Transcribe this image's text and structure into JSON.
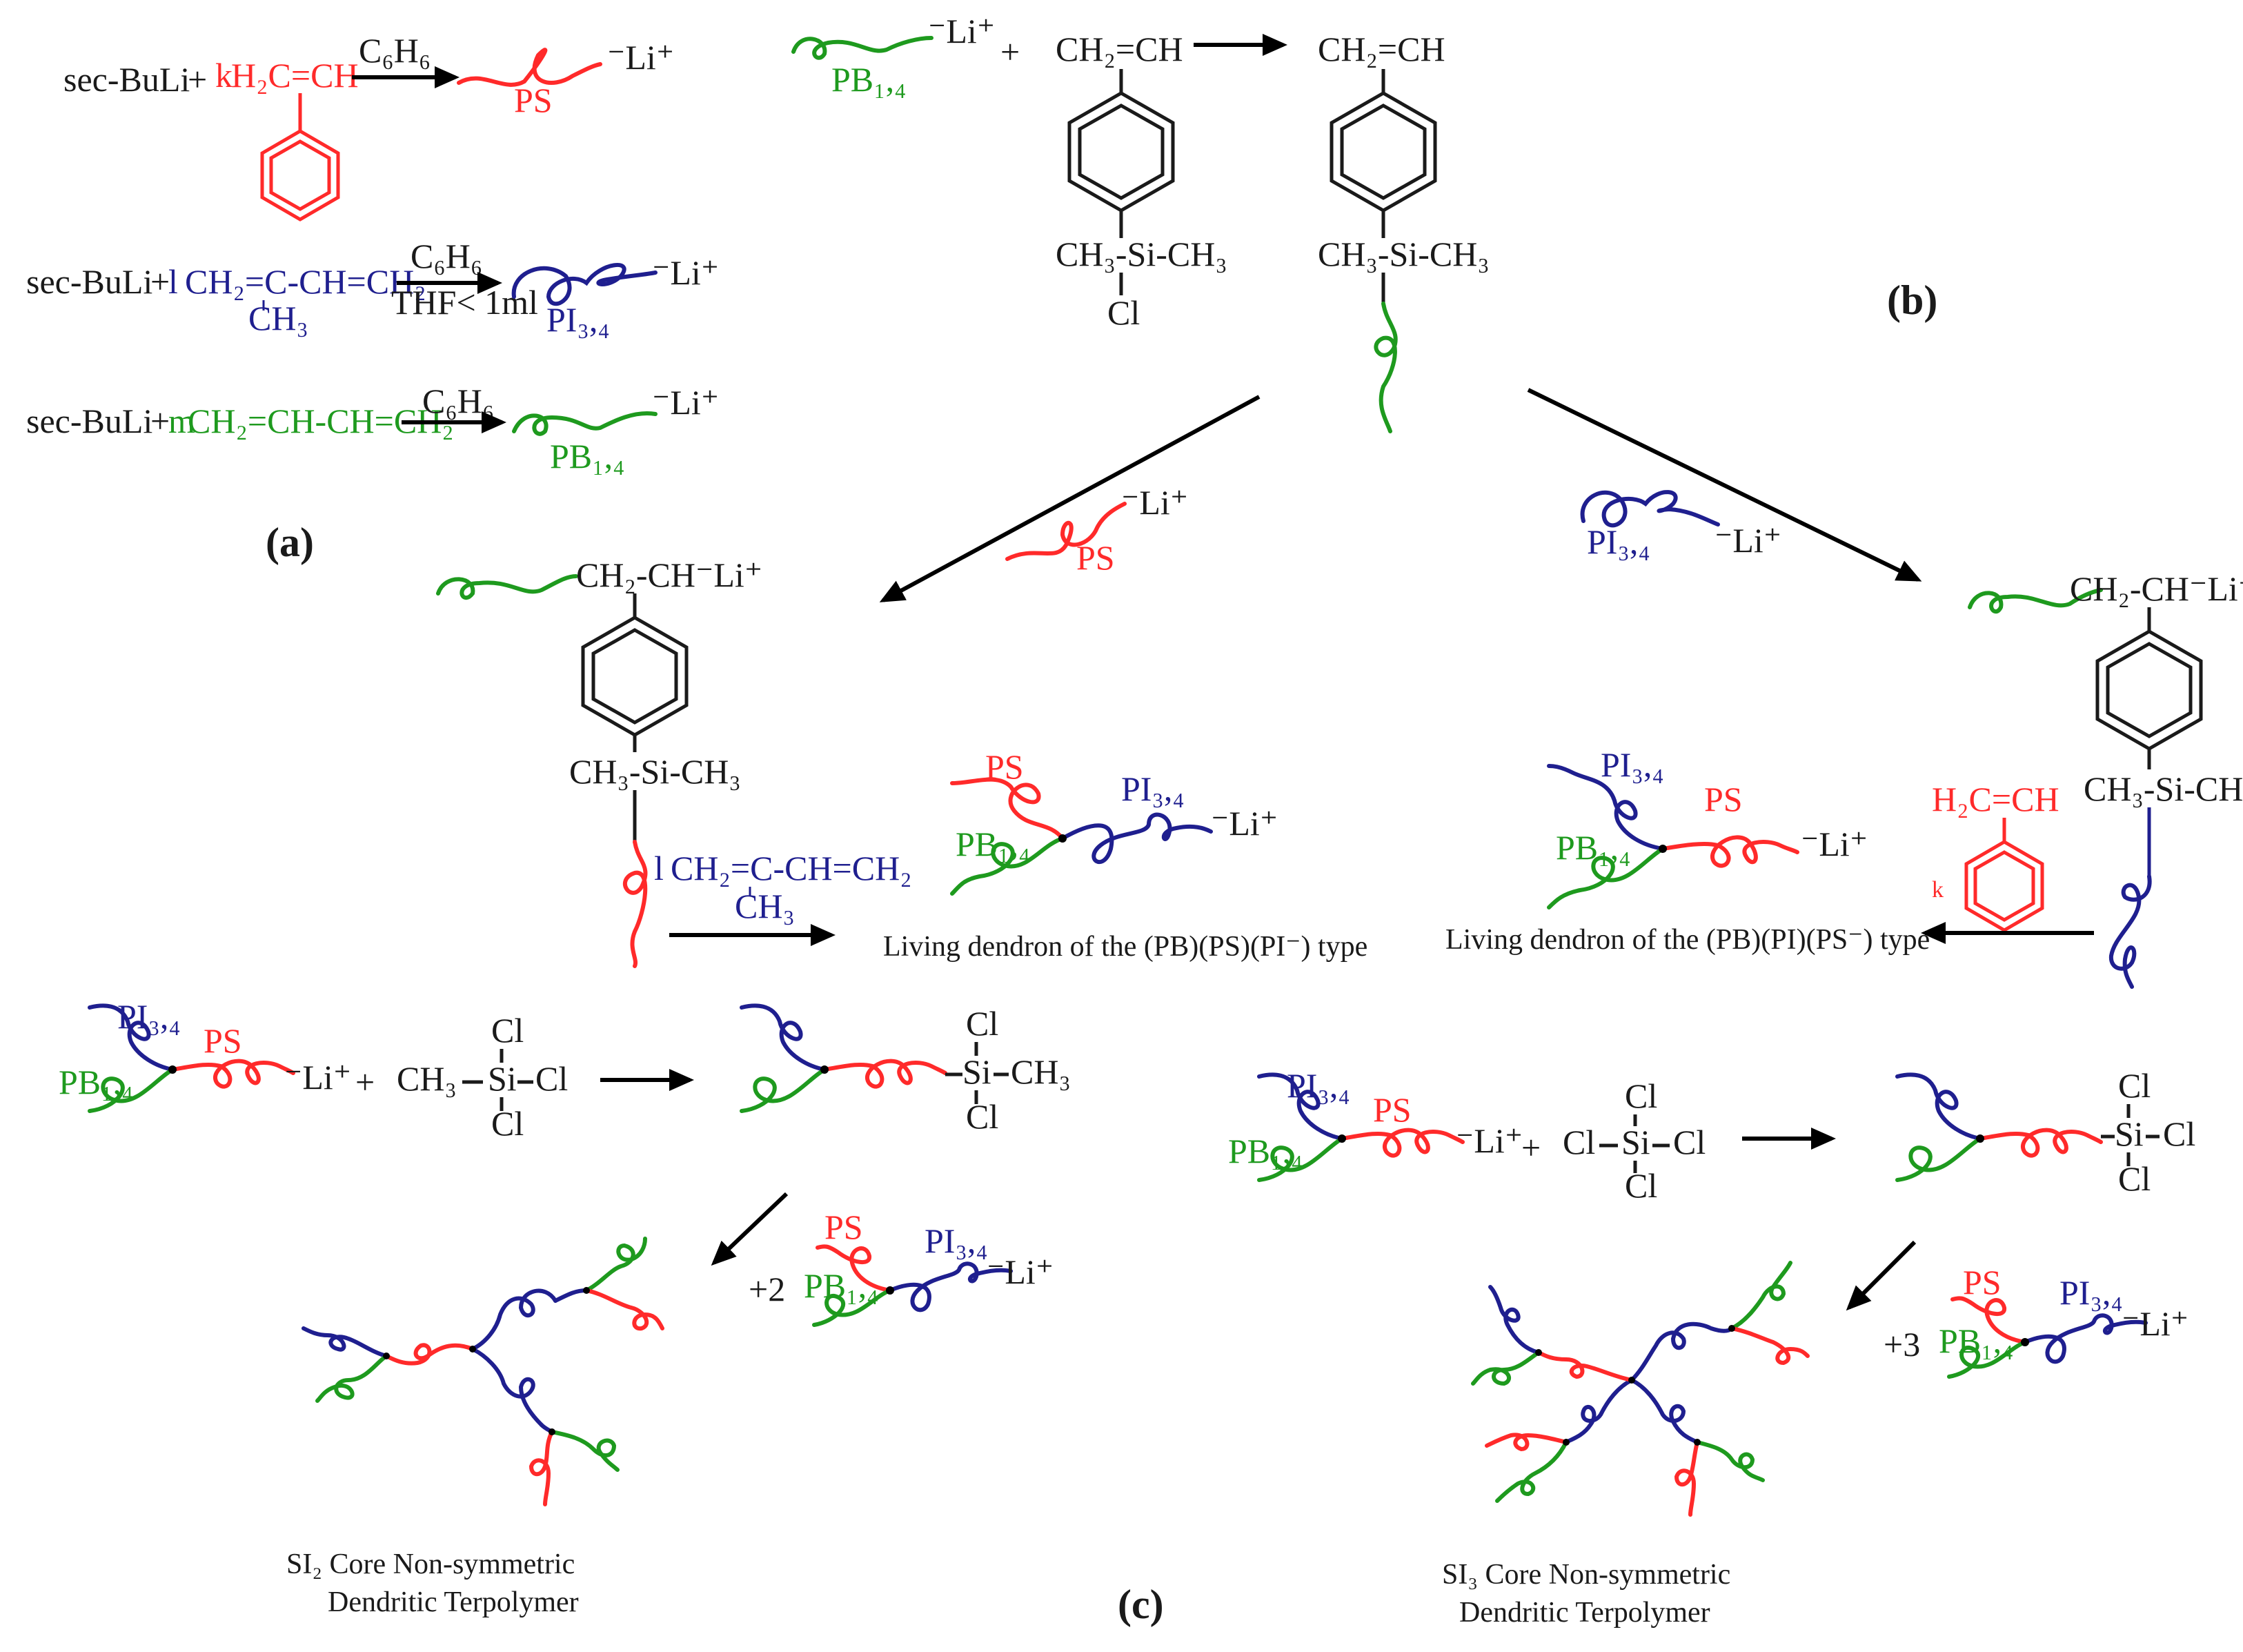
{
  "panels": {
    "a": "(a)",
    "b": "(b)",
    "c": "(c)"
  },
  "reagents": {
    "secbuli": "sec-BuLi",
    "plus": "+",
    "c6h6": "C₆H₆",
    "thf": "THF< 1ml",
    "li": "⁻Li⁺",
    "k": "k",
    "l": "l",
    "m": "m",
    "styrene": "H₂C=CH",
    "isoprene": "CH₂=C-CH=CH₂",
    "isoprene_me": "CH₃",
    "butadiene": "CH₂=CH-CH=CH₂",
    "vinyl": "CH₂=CH",
    "sime2": "CH₃-Si-CH₃",
    "cl": "Cl",
    "ch2chli": "CH₂-CH⁻Li⁺",
    "ch3": "CH₃",
    "plus2": "+2",
    "plus3": "+3"
  },
  "chains": {
    "ps": "PS",
    "pi": "PI₃,₄",
    "pb": "PB₁,₄"
  },
  "captions": {
    "dendron_pi": "Living dendron of the (PB)(PS)(PI⁻) type",
    "dendron_ps": "Living dendron of the (PB)(PI)(PS⁻) type",
    "si2_line1": "SI₂ Core Non-symmetric",
    "si2_line2": "Dendritic Terpolymer",
    "si3_line1": "SI₃ Core Non-symmetric",
    "si3_line2": "Dendritic Terpolymer"
  },
  "colors": {
    "ps": "#ff2a2a",
    "pi": "#1f1f8f",
    "pb": "#1e9a1e",
    "reagent": "#1a1a1a"
  }
}
